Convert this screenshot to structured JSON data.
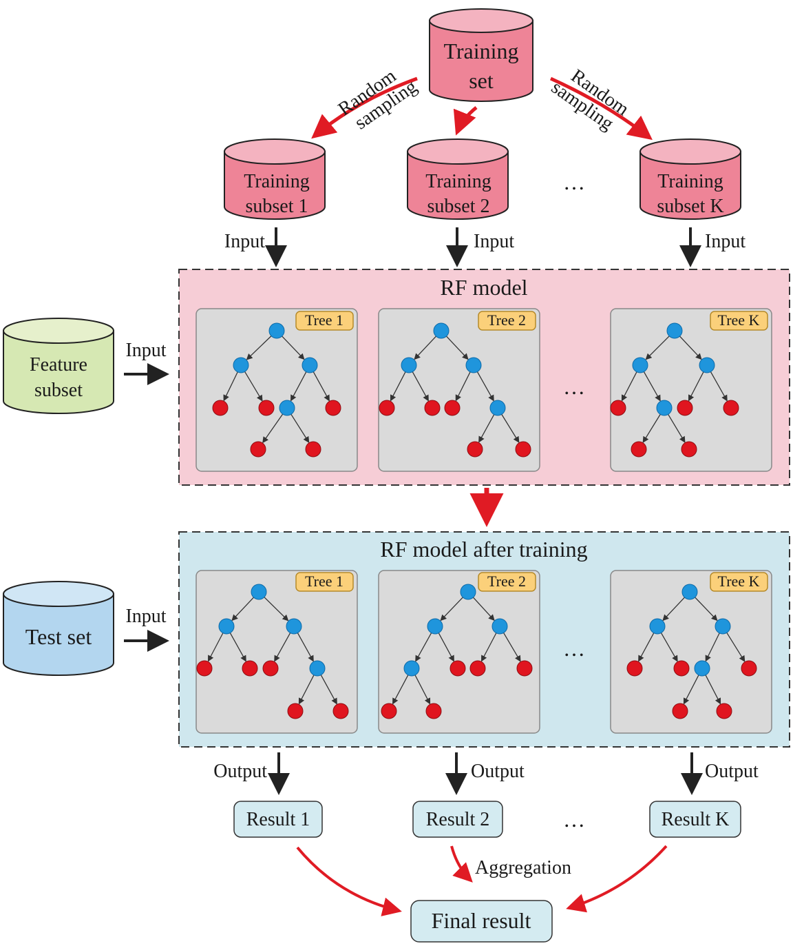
{
  "training_set": {
    "line1": "Training",
    "line2": "set"
  },
  "random_sampling_left": {
    "line1": "Random",
    "line2": "sampling"
  },
  "random_sampling_right": {
    "line1": "Random",
    "line2": "sampling"
  },
  "subsets": [
    {
      "line1": "Training",
      "line2": "subset 1",
      "input_label": "Input"
    },
    {
      "line1": "Training",
      "line2": "subset 2",
      "input_label": "Input"
    },
    {
      "line1": "Training",
      "line2": "subset K",
      "input_label": "Input"
    }
  ],
  "ellipsis": "…",
  "rf_model": {
    "title": "RF model",
    "trees": [
      "Tree 1",
      "Tree 2",
      "Tree K"
    ]
  },
  "feature_subset": {
    "line1": "Feature",
    "line2": "subset",
    "input_label": "Input"
  },
  "rf_trained": {
    "title": "RF model after training",
    "trees": [
      "Tree 1",
      "Tree 2",
      "Tree K"
    ]
  },
  "test_set": {
    "label": "Test set",
    "input_label": "Input"
  },
  "outputs": [
    {
      "label": "Output",
      "result": "Result 1"
    },
    {
      "label": "Output",
      "result": "Result 2"
    },
    {
      "label": "Output",
      "result": "Result K"
    }
  ],
  "aggregation": "Aggregation",
  "final_result": "Final result",
  "colors": {
    "training_cylinder": "#ee8497",
    "feature_cylinder": "#d6e8b3",
    "test_cylinder": "#b3d6ef",
    "rf_panel": "#f6cdd6",
    "trained_panel": "#cfe7ee",
    "tree_card": "#dadada",
    "tree_tag": "#fbd07a",
    "internal_node": "#1f95dc",
    "leaf_node": "#e0151f",
    "red_arrow": "#e01b24",
    "result_box": "#d4ebf1"
  }
}
